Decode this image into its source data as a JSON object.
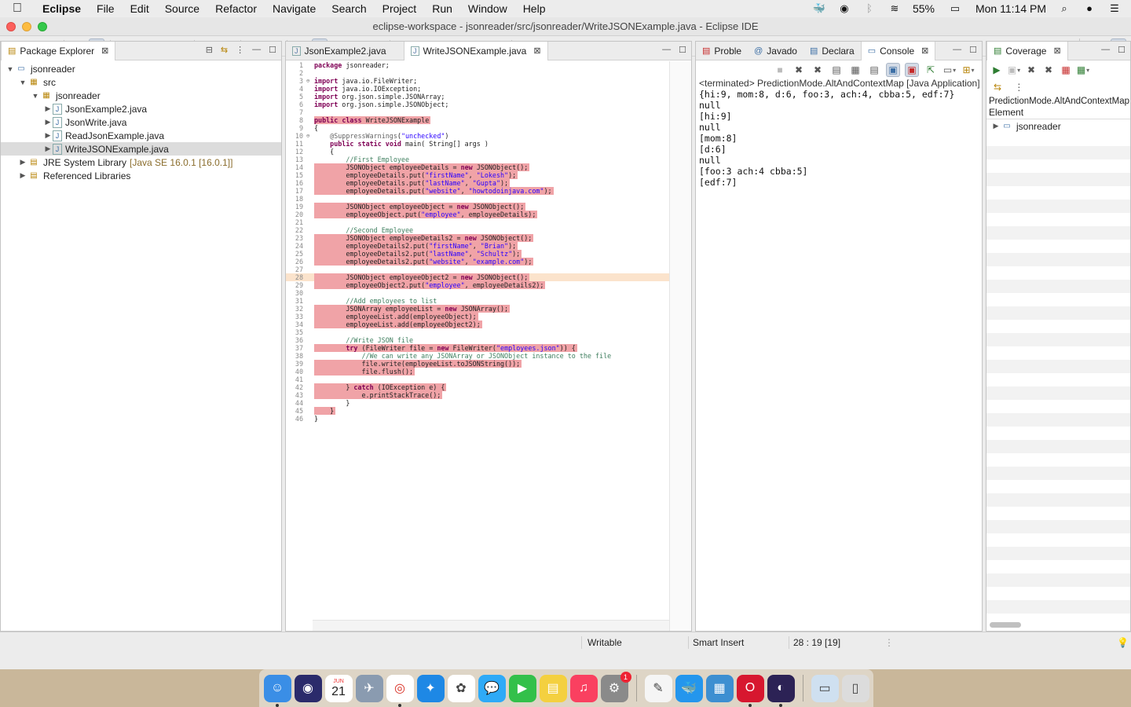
{
  "menubar": {
    "app": "Eclipse",
    "items": [
      "File",
      "Edit",
      "Source",
      "Refactor",
      "Navigate",
      "Search",
      "Project",
      "Run",
      "Window",
      "Help"
    ],
    "battery": "55%",
    "clock": "Mon 11:14 PM"
  },
  "window": {
    "title": "eclipse-workspace - jsonreader/src/jsonreader/WriteJSONExample.java - Eclipse IDE"
  },
  "package_explorer": {
    "tab_label": "Package Explorer",
    "tree": [
      {
        "label": "jsonreader",
        "level": 0,
        "expanded": true,
        "icon": "project-icon"
      },
      {
        "label": "src",
        "level": 1,
        "expanded": true,
        "icon": "source-folder-icon"
      },
      {
        "label": "jsonreader",
        "level": 2,
        "expanded": true,
        "icon": "package-icon"
      },
      {
        "label": "JsonExample2.java",
        "level": 3,
        "expanded": false,
        "icon": "java-file-icon"
      },
      {
        "label": "JsonWrite.java",
        "level": 3,
        "expanded": false,
        "icon": "java-file-icon"
      },
      {
        "label": "ReadJsonExample.java",
        "level": 3,
        "expanded": false,
        "icon": "java-file-icon"
      },
      {
        "label": "WriteJSONExample.java",
        "level": 3,
        "expanded": false,
        "icon": "java-file-icon",
        "selected": true
      },
      {
        "label": "JRE System Library",
        "decor": "[Java SE 16.0.1 [16.0.1]]",
        "level": 1,
        "expanded": false,
        "icon": "library-icon"
      },
      {
        "label": "Referenced Libraries",
        "level": 1,
        "expanded": false,
        "icon": "library-icon"
      }
    ]
  },
  "editor": {
    "tabs": [
      {
        "label": "JsonExample2.java",
        "active": false
      },
      {
        "label": "WriteJSONExample.java",
        "active": true
      }
    ],
    "lines": [
      "package jsonreader;",
      "",
      "import java.io.FileWriter;",
      "import java.io.IOException;",
      "import org.json.simple.JSONArray;",
      "import org.json.simple.JSONObject;",
      "",
      "public class WriteJSONExample",
      "{",
      "    @SuppressWarnings(\"unchecked\")",
      "    public static void main( String[] args )",
      "    {",
      "        //First Employee",
      "        JSONObject employeeDetails = new JSONObject();",
      "        employeeDetails.put(\"firstName\", \"Lokesh\");",
      "        employeeDetails.put(\"lastName\", \"Gupta\");",
      "        employeeDetails.put(\"website\", \"howtodoinjava.com\");",
      "",
      "        JSONObject employeeObject = new JSONObject();",
      "        employeeObject.put(\"employee\", employeeDetails);",
      "",
      "        //Second Employee",
      "        JSONObject employeeDetails2 = new JSONObject();",
      "        employeeDetails2.put(\"firstName\", \"Brian\");",
      "        employeeDetails2.put(\"lastName\", \"Schultz\");",
      "        employeeDetails2.put(\"website\", \"example.com\");",
      "",
      "        JSONObject employeeObject2 = new JSONObject();",
      "        employeeObject2.put(\"employee\", employeeDetails2);",
      "",
      "        //Add employees to list",
      "        JSONArray employeeList = new JSONArray();",
      "        employeeList.add(employeeObject);",
      "        employeeList.add(employeeObject2);",
      "",
      "        //Write JSON file",
      "        try (FileWriter file = new FileWriter(\"employees.json\")) {",
      "            //We can write any JSONArray or JSONObject instance to the file",
      "            file.write(employeeList.toJSONString());",
      "            file.flush();",
      "",
      "        } catch (IOException e) {",
      "            e.printStackTrace();",
      "        }",
      "    }",
      "}"
    ],
    "uncovered_lines": [
      8,
      14,
      15,
      16,
      17,
      19,
      20,
      23,
      24,
      25,
      26,
      28,
      29,
      32,
      33,
      34,
      37,
      39,
      40,
      42,
      43,
      45
    ],
    "current_line": 28
  },
  "console": {
    "tabs": [
      {
        "label": "Proble",
        "icon": "problems-icon"
      },
      {
        "label": "Javado",
        "icon": "javadoc-icon"
      },
      {
        "label": "Declara",
        "icon": "declaration-icon"
      },
      {
        "label": "Console",
        "icon": "console-icon",
        "active": true
      }
    ],
    "terminated": "<terminated> PredictionMode.AltAndContextMap [Java Application]",
    "output": [
      "{hi:9, mom:8, d:6, foo:3, ach:4, cbba:5, edf:7}",
      "null",
      "[hi:9]",
      "null",
      "[mom:8]",
      "[d:6]",
      "null",
      "[foo:3 ach:4 cbba:5]",
      "[edf:7]"
    ]
  },
  "coverage": {
    "tab_label": "Coverage",
    "session": "PredictionMode.AltAndContextMap",
    "column_header": "Element",
    "row": "jsonreader"
  },
  "status": {
    "mode": "Writable",
    "insert": "Smart Insert",
    "position": "28 : 19 [19]"
  },
  "dock": {
    "apps": [
      "Finder",
      "Siri",
      "Calendar",
      "Launchpad",
      "Chrome",
      "Safari",
      "Photos",
      "Messages",
      "FaceTime",
      "Stickies",
      "Music",
      "System Preferences",
      "TextEdit",
      "Docker",
      "Utility",
      "Opera",
      "Eclipse",
      "Downloads",
      "Trash"
    ],
    "calendar_month": "JUN",
    "calendar_day": "21",
    "sysprefs_badge": "1"
  },
  "colors": {
    "uncovered": "#f0a3a7",
    "partial": "#f7d5b6",
    "selection": "#dcdcdc"
  }
}
